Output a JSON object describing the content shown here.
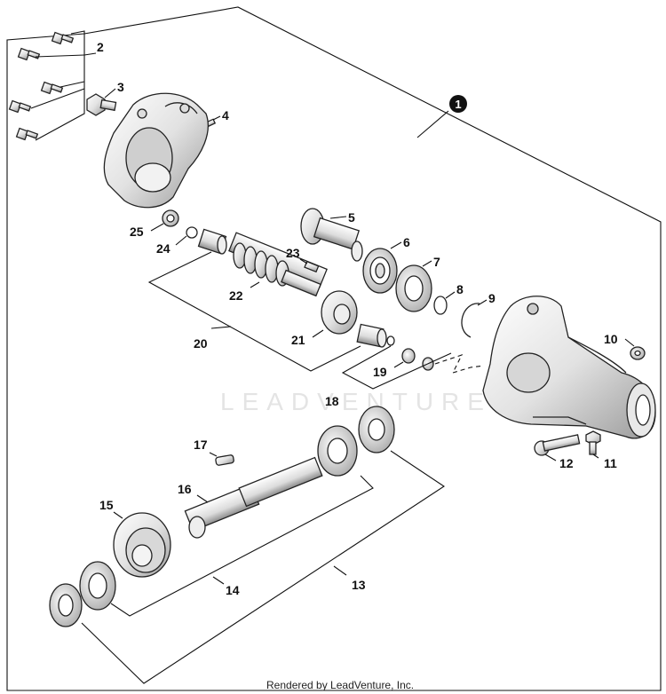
{
  "assembly_label": "1",
  "callouts": {
    "c2": "2",
    "c3": "3",
    "c4": "4",
    "c5": "5",
    "c6": "6",
    "c7": "7",
    "c8": "8",
    "c9": "9",
    "c10": "10",
    "c11": "11",
    "c12": "12",
    "c13": "13",
    "c14": "14",
    "c15": "15",
    "c16": "16",
    "c17": "17",
    "c18": "18",
    "c19": "19",
    "c20": "20",
    "c21": "21",
    "c22": "22",
    "c23": "23",
    "c24": "24",
    "c25": "25"
  },
  "watermark": "LEADVENTURE",
  "footer": "Rendered by LeadVenture, Inc."
}
